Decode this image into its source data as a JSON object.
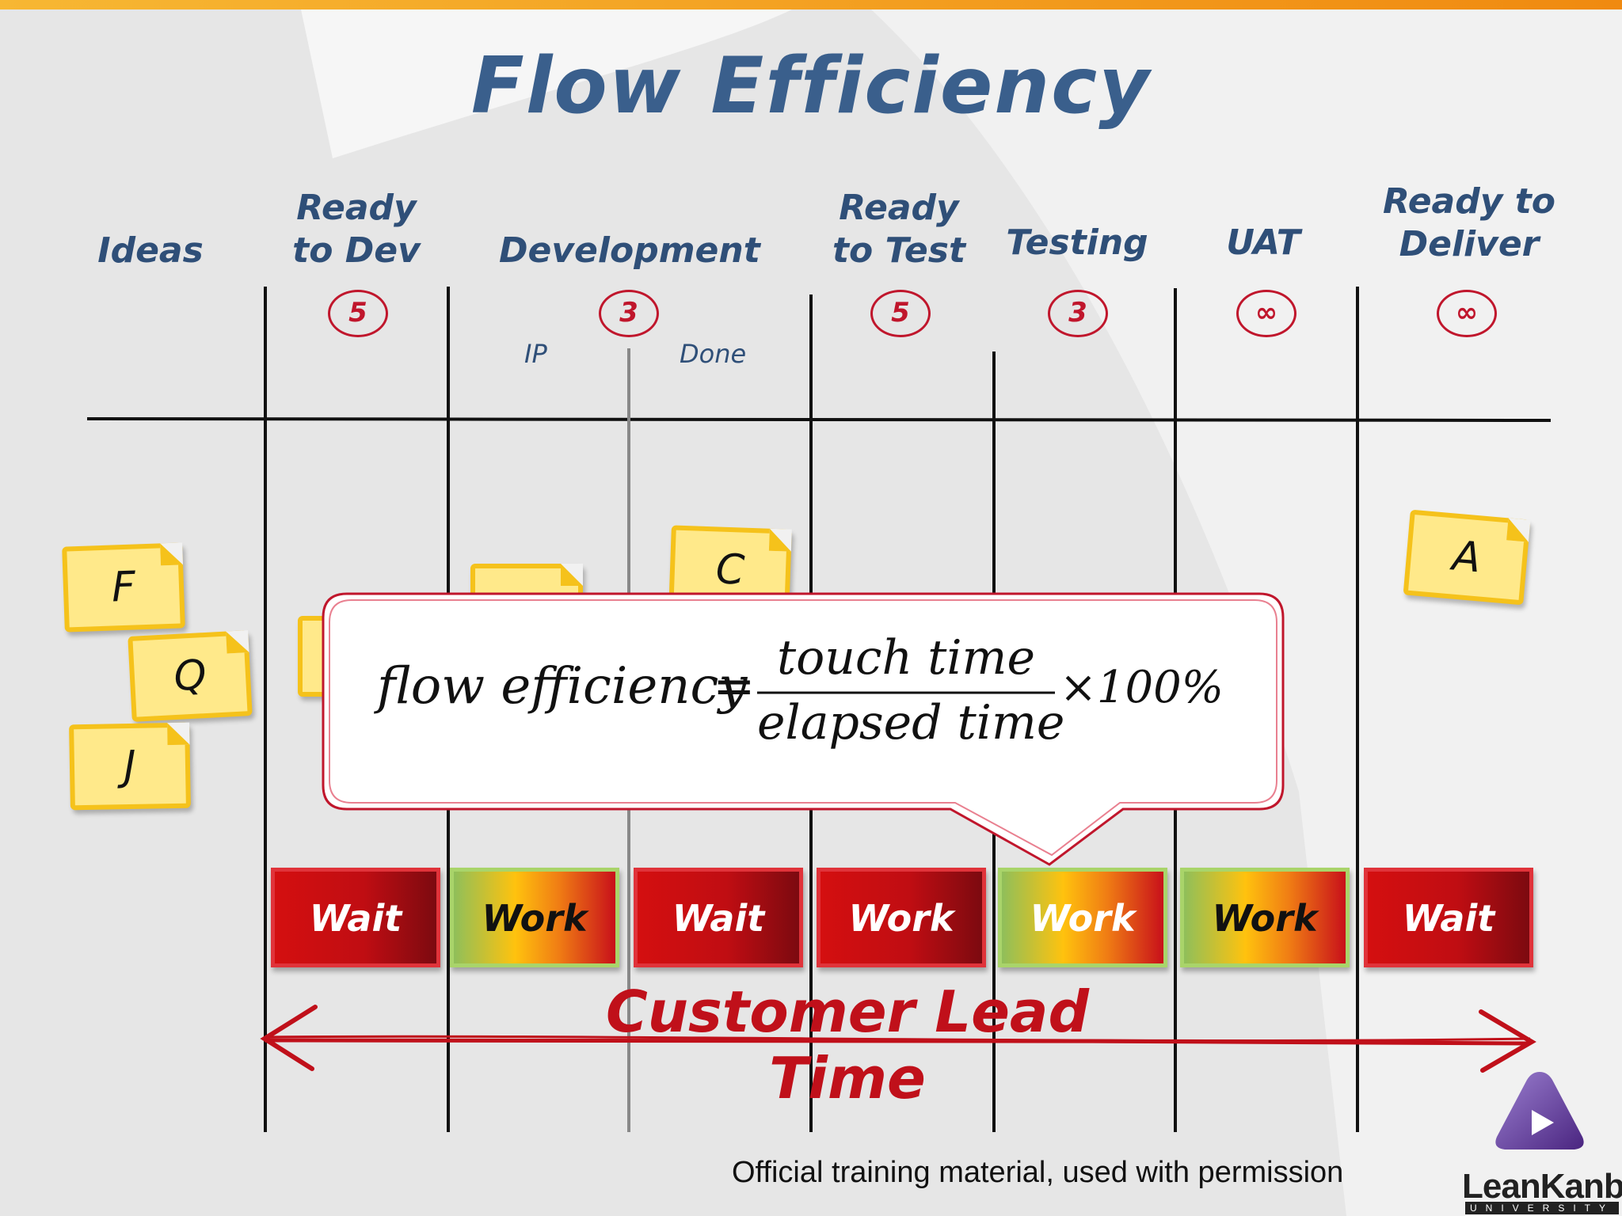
{
  "title": "Flow Efficiency",
  "columns": [
    {
      "id": "ideas",
      "label": "Ideas",
      "wip": ""
    },
    {
      "id": "ready-to-dev",
      "label": "Ready to Dev",
      "wip": "5"
    },
    {
      "id": "development",
      "label": "Development",
      "wip": "3",
      "sub": [
        "IP",
        "Done"
      ]
    },
    {
      "id": "ready-to-test",
      "label": "Ready to Test",
      "wip": "5"
    },
    {
      "id": "testing",
      "label": "Testing",
      "wip": "3"
    },
    {
      "id": "uat",
      "label": "UAT",
      "wip": "∞"
    },
    {
      "id": "ready-to-deliver",
      "label": "Ready to Deliver",
      "wip": "∞"
    }
  ],
  "labels": {
    "ready_to_dev_1": "Ready",
    "ready_to_dev_2": "to Dev",
    "ready_to_test_1": "Ready",
    "ready_to_test_2": "to Test",
    "ready_to_deliver_1": "Ready to",
    "ready_to_deliver_2": "Deliver",
    "ideas": "Ideas",
    "development": "Development",
    "testing": "Testing",
    "uat": "UAT",
    "ip": "IP",
    "done": "Done"
  },
  "wip_limits": {
    "ready_to_dev": "5",
    "development": "3",
    "ready_to_test": "5",
    "testing": "3",
    "uat": "∞",
    "ready_to_deliver": "∞"
  },
  "cards": {
    "f": "F",
    "q": "Q",
    "j": "J",
    "c": "C",
    "a": "A"
  },
  "states": [
    "Wait",
    "Work",
    "Wait",
    "Work",
    "Work",
    "Work",
    "Wait"
  ],
  "formula": {
    "lhs": "flow efficiency",
    "numerator": "touch time",
    "denominator": "elapsed time",
    "multiplier": "×100%"
  },
  "lead_time_label": "Customer Lead Time",
  "credit": "Official training material, used with permission",
  "brand": {
    "name": "LeanKanban",
    "sub": "UNIVERSITY"
  },
  "colors": {
    "title": "#3a5f8c",
    "wip": "#c0162c",
    "wait": "#c00d12",
    "note": "#ffe98a",
    "arrow": "#c0101a",
    "brand_triangle": "#6b3fa0"
  }
}
